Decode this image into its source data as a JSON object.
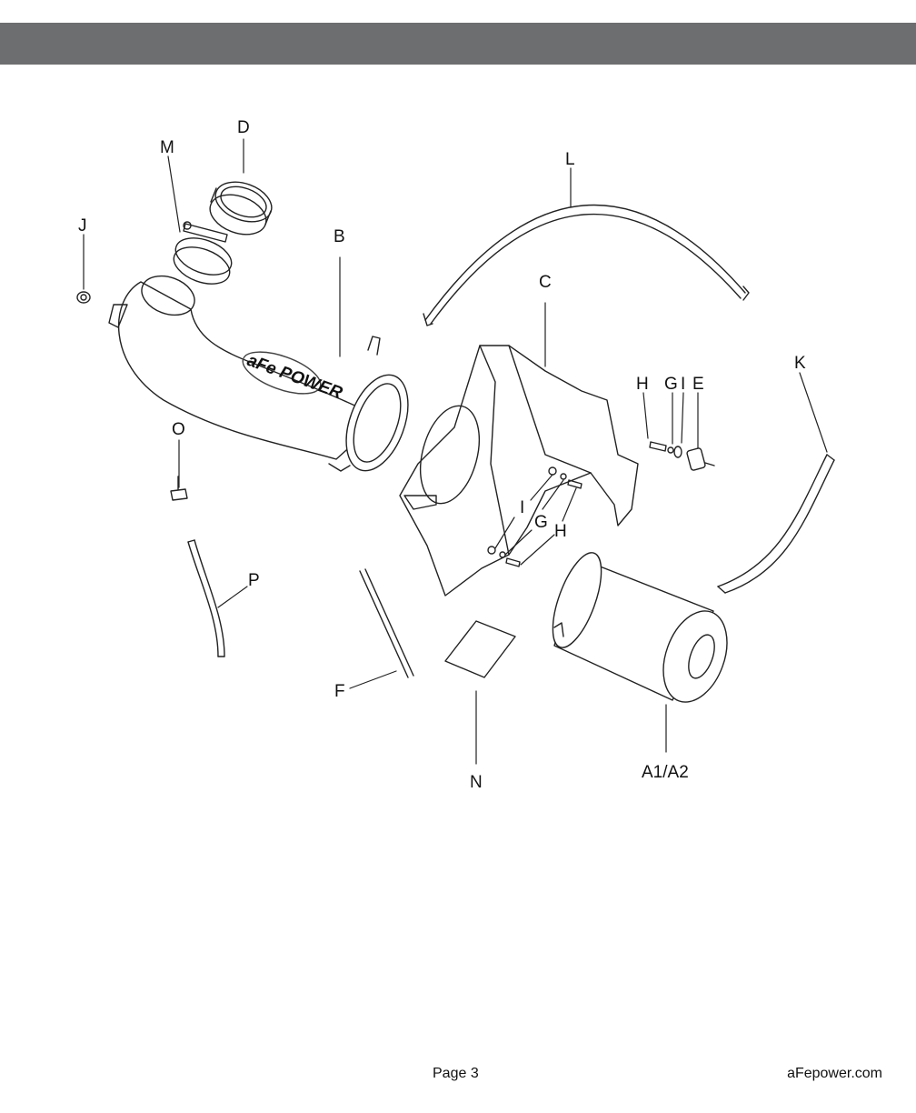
{
  "header": {
    "bar_color": "#6d6e70"
  },
  "diagram": {
    "labels": {
      "A": "A1/A2",
      "B": "B",
      "C": "C",
      "D": "D",
      "E": "E",
      "F": "F",
      "G_top": "G",
      "G_bottom": "G",
      "H_top": "H",
      "H_bottom": "H",
      "I_top": "I",
      "I_bottom": "I",
      "J": "J",
      "K": "K",
      "L": "L",
      "M": "M",
      "N": "N",
      "O": "O",
      "P": "P"
    },
    "logo_text": "aFe POWER"
  },
  "footer": {
    "page": "Page 3",
    "website": "aFepower.com"
  }
}
